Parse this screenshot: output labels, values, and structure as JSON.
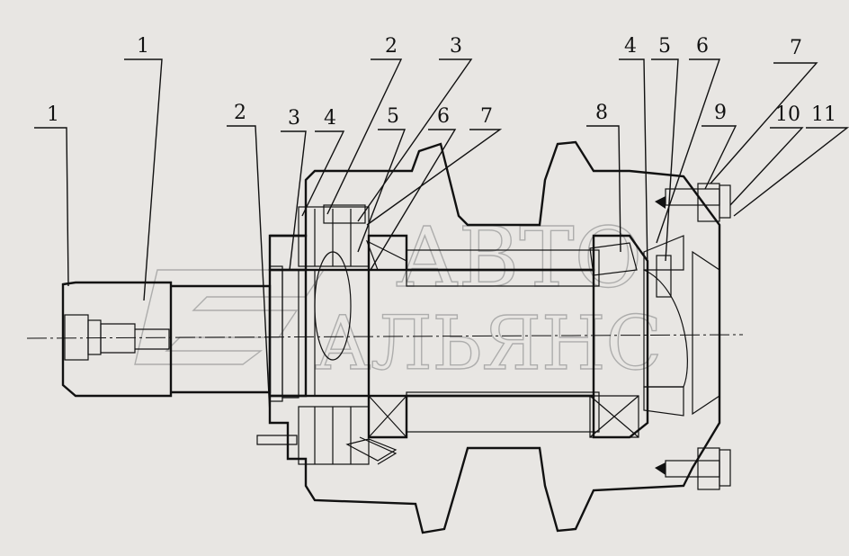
{
  "watermark": {
    "line1": "АВТО",
    "line2": "АЛЬЯНС"
  },
  "callouts": [
    {
      "id": "c-left-1",
      "label": "1"
    },
    {
      "id": "c-top-1",
      "label": "1"
    },
    {
      "id": "c-left-2",
      "label": "2"
    },
    {
      "id": "c-left-3",
      "label": "3"
    },
    {
      "id": "c-left-4",
      "label": "4"
    },
    {
      "id": "c-top-2",
      "label": "2"
    },
    {
      "id": "c-top-3",
      "label": "3"
    },
    {
      "id": "c-mid-5",
      "label": "5"
    },
    {
      "id": "c-mid-6",
      "label": "6"
    },
    {
      "id": "c-mid-7",
      "label": "7"
    },
    {
      "id": "c-right-8",
      "label": "8"
    },
    {
      "id": "c-right-4",
      "label": "4"
    },
    {
      "id": "c-right-5",
      "label": "5"
    },
    {
      "id": "c-right-6",
      "label": "6"
    },
    {
      "id": "c-right-7",
      "label": "7"
    },
    {
      "id": "c-right-9",
      "label": "9"
    },
    {
      "id": "c-right-10",
      "label": "10"
    },
    {
      "id": "c-right-11",
      "label": "11"
    }
  ]
}
